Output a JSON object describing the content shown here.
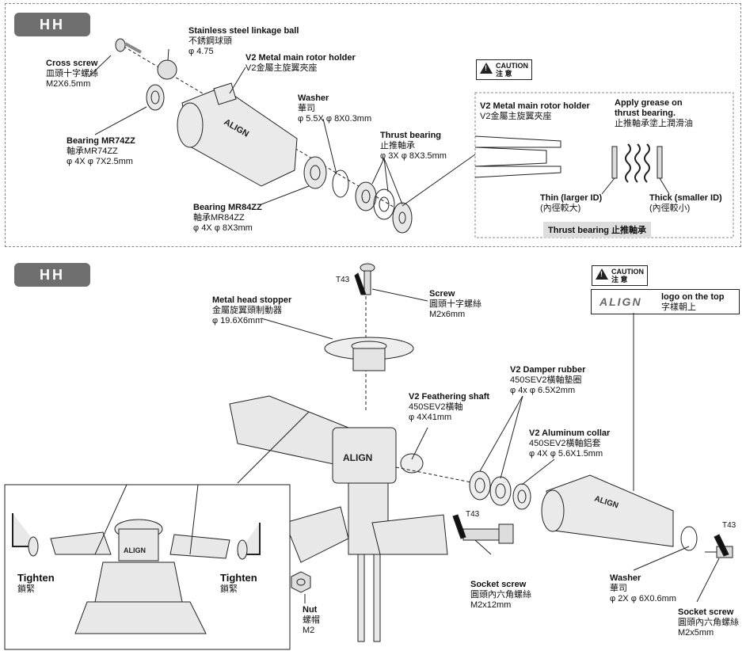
{
  "badges": {
    "top": "HH",
    "bottom": "HH"
  },
  "top_section": {
    "linkage_ball": {
      "title": "Stainless steel linkage ball",
      "zh": "不銹鋼球頭",
      "spec": "φ 4.75"
    },
    "cross_screw": {
      "title": "Cross screw",
      "zh": "皿頭十字螺絲",
      "spec": "M2X6.5mm"
    },
    "main_rotor_holder": {
      "title": "V2 Metal main rotor holder",
      "zh": "V2金屬主旋翼夾座"
    },
    "washer": {
      "title": "Washer",
      "zh": "華司",
      "spec": "φ 5.5X φ 8X0.3mm"
    },
    "thrust_bearing": {
      "title": "Thrust bearing",
      "zh": "止推軸承",
      "spec": "φ 3X φ 8X3.5mm"
    },
    "bearing_mr74": {
      "title": "Bearing MR74ZZ",
      "zh": "軸承MR74ZZ",
      "spec": "φ 4X φ 7X2.5mm"
    },
    "bearing_mr84": {
      "title": "Bearing MR84ZZ",
      "zh": "軸承MR84ZZ",
      "spec": "φ 4X φ 8X3mm"
    },
    "caution": {
      "en": "CAUTION",
      "zh": "注 意"
    },
    "inset": {
      "holder_title": "V2 Metal main rotor holder",
      "holder_zh": "V2金屬主旋翼夾座",
      "grease_title1": "Apply grease on",
      "grease_title2": "thrust bearing.",
      "grease_zh": "止推軸承塗上潤滑油",
      "thin_title": "Thin (larger ID)",
      "thin_zh": "(內徑較大)",
      "thick_title": "Thick (smaller ID)",
      "thick_zh": "(內徑較小)",
      "footer": "Thrust bearing 止推軸承"
    }
  },
  "bottom_section": {
    "t43_top": "T43",
    "screw": {
      "title": "Screw",
      "zh": "圓頭十字螺絲",
      "spec": "M2x6mm"
    },
    "head_stopper": {
      "title": "Metal head stopper",
      "zh": "金屬旋翼頭制動器",
      "spec": "φ 19.6X6mm"
    },
    "caution": {
      "en": "CAUTION",
      "zh": "注 意"
    },
    "logo_note": {
      "logo": "ALIGN",
      "title": "logo on the top",
      "zh": "字樣朝上"
    },
    "damper_rubber": {
      "title": "V2 Damper rubber",
      "zh": "450SEV2橫軸墊圈",
      "spec": "φ 4x φ 6.5X2mm"
    },
    "feathering_shaft": {
      "title": "V2 Feathering shaft",
      "zh": "450SEV2橫軸",
      "spec": "φ 4X41mm"
    },
    "aluminum_collar": {
      "title": "V2 Aluminum collar",
      "zh": "450SEV2橫軸鋁套",
      "spec": "φ 4X φ 5.6X1.5mm"
    },
    "t43_mid": "T43",
    "socket_screw_1": {
      "title": "Socket screw",
      "zh": "圓頭內六角螺絲",
      "spec": "M2x12mm"
    },
    "nut": {
      "title": "Nut",
      "zh": "螺帽",
      "spec": "M2"
    },
    "washer": {
      "title": "Washer",
      "zh": "華司",
      "spec": "φ 2X φ 6X0.6mm"
    },
    "t43_right": "T43",
    "socket_screw_2": {
      "title": "Socket screw",
      "zh": "圓頭內六角螺絲",
      "spec": "M2x5mm"
    },
    "tighten_left": {
      "title": "Tighten",
      "zh": "鎖緊"
    },
    "tighten_right": {
      "title": "Tighten",
      "zh": "鎖緊"
    }
  },
  "colors": {
    "badge_bg": "#6f6f6f",
    "frame": "#888888",
    "part_fill": "#e8e8e8",
    "stroke": "#222222"
  }
}
